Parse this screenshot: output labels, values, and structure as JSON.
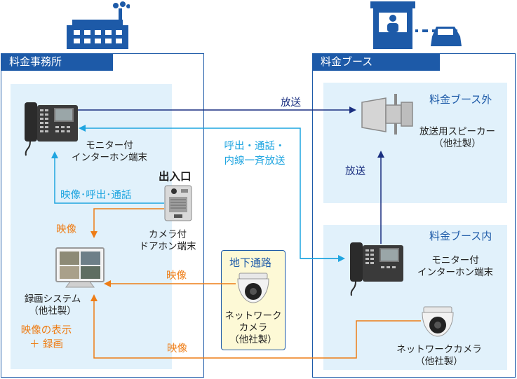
{
  "office": {
    "title": "料金事務所",
    "intercom_label": [
      "モニター付",
      "インターホン端末"
    ],
    "entrance_heading": "出入口",
    "door_label": [
      "カメラ付",
      "ドアホン端末"
    ],
    "recorder_label": [
      "録画システム",
      "（他社製）"
    ],
    "display_label": [
      "映像の表示",
      "＋ 録画"
    ]
  },
  "booth": {
    "title": "料金ブース",
    "outside_title": "料金ブース外",
    "speaker_label": [
      "放送用スピーカー",
      "（他社製）"
    ],
    "inside_title": "料金ブース内",
    "intercom_label": [
      "モニター付",
      "インターホン端末"
    ],
    "camera_label": [
      "ネットワークカメラ",
      "（他社製）"
    ]
  },
  "underground": {
    "title": "地下通路",
    "camera_label": [
      "ネットワーク",
      "カメラ",
      "（他社製）"
    ]
  },
  "flows": {
    "broadcast_top": "放送",
    "call_all": [
      "呼出・通話・",
      "内線一斉放送"
    ],
    "broadcast_vertical": "放送",
    "video_call": "映像･呼出･通話",
    "video_door": "映像",
    "video_underground": "映像",
    "video_booth_camera": "映像"
  },
  "colors": {
    "frame": "#1d5aa8",
    "navy": "#1a2f80",
    "cyan": "#1fa5e0",
    "orange": "#ee7d16",
    "zone": "#e1f1fb",
    "zone_yellow": "#fdf9d6"
  }
}
